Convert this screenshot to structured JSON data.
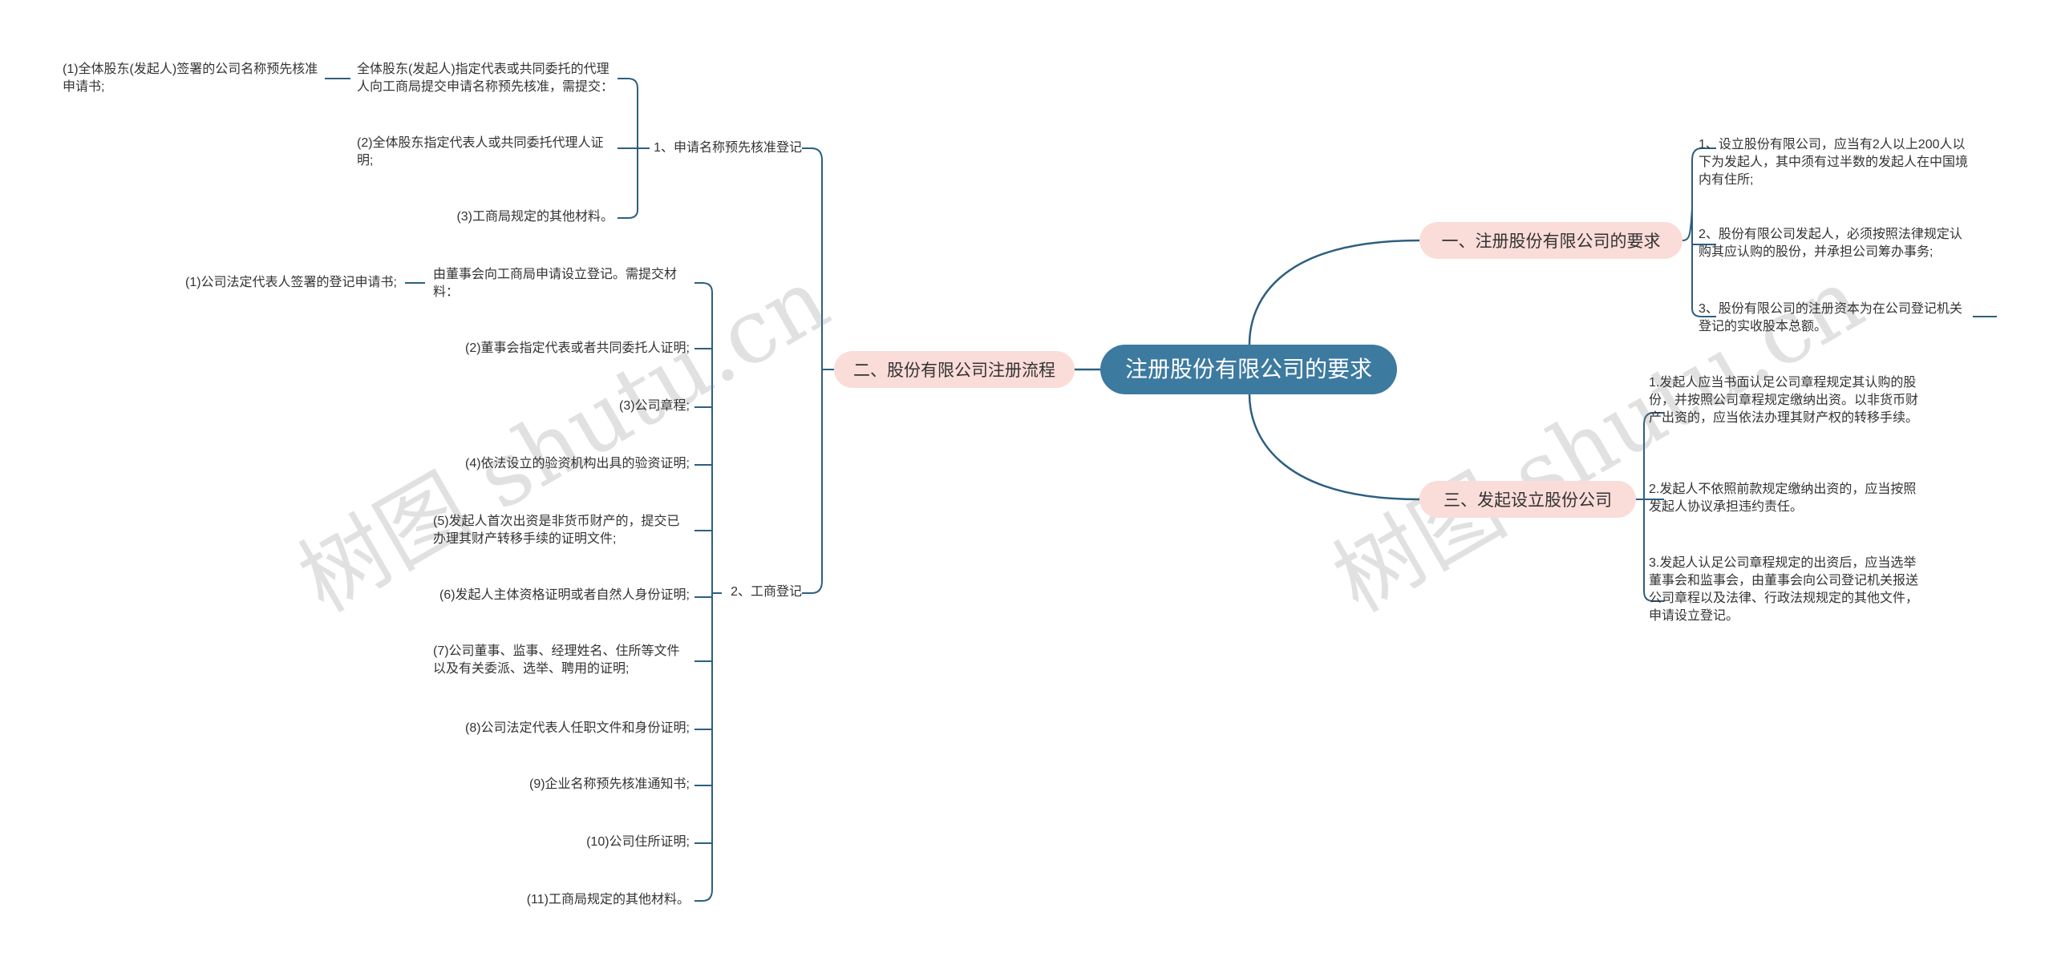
{
  "root": "注册股份有限公司的要求",
  "branch1": {
    "title": "一、注册股份有限公司的要求",
    "items": [
      "1、设立股份有限公司，应当有2人以上200人以下为发起人，其中须有过半数的发起人在中国境内有住所;",
      "2、股份有限公司发起人，必须按照法律规定认购其应认购的股份，并承担公司筹办事务;",
      "3、股份有限公司的注册资本为在公司登记机关登记的实收股本总额。"
    ]
  },
  "branch2": {
    "title": "二、股份有限公司注册流程",
    "sub1": {
      "title": "1、申请名称预先核准登记",
      "lead": "全体股东(发起人)指定代表或共同委托的代理人向工商局提交申请名称预先核准，需提交：",
      "lead_child": "(1)全体股东(发起人)签署的公司名称预先核准申请书;",
      "items": [
        "(2)全体股东指定代表人或共同委托代理人证明;",
        "(3)工商局规定的其他材料。"
      ]
    },
    "sub2": {
      "title": "2、工商登记",
      "lead": "由董事会向工商局申请设立登记。需提交材料：",
      "lead_child": "(1)公司法定代表人签署的登记申请书;",
      "items": [
        "(2)董事会指定代表或者共同委托人证明;",
        "(3)公司章程;",
        "(4)依法设立的验资机构出具的验资证明;",
        "(5)发起人首次出资是非货币财产的，提交已办理其财产转移手续的证明文件;",
        "(6)发起人主体资格证明或者自然人身份证明;",
        "(7)公司董事、监事、经理姓名、住所等文件以及有关委派、选举、聘用的证明;",
        "(8)公司法定代表人任职文件和身份证明;",
        "(9)企业名称预先核准通知书;",
        "(10)公司住所证明;",
        "(11)工商局规定的其他材料。"
      ]
    }
  },
  "branch3": {
    "title": "三、发起设立股份公司",
    "items": [
      "1.发起人应当书面认足公司章程规定其认购的股份，并按照公司章程规定缴纳出资。以非货币财产出资的，应当依法办理其财产权的转移手续。",
      "2.发起人不依照前款规定缴纳出资的，应当按照发起人协议承担违约责任。",
      "3.发起人认足公司章程规定的出资后，应当选举董事会和监事会，由董事会向公司登记机关报送公司章程以及法律、行政法规规定的其他文件，申请设立登记。"
    ]
  },
  "watermark": [
    "树图 shutu.cn",
    "树图 shutu.cn"
  ],
  "colors": {
    "root": "#3d7aa0",
    "pill": "#fadcd8",
    "line": "#2d5f80"
  }
}
